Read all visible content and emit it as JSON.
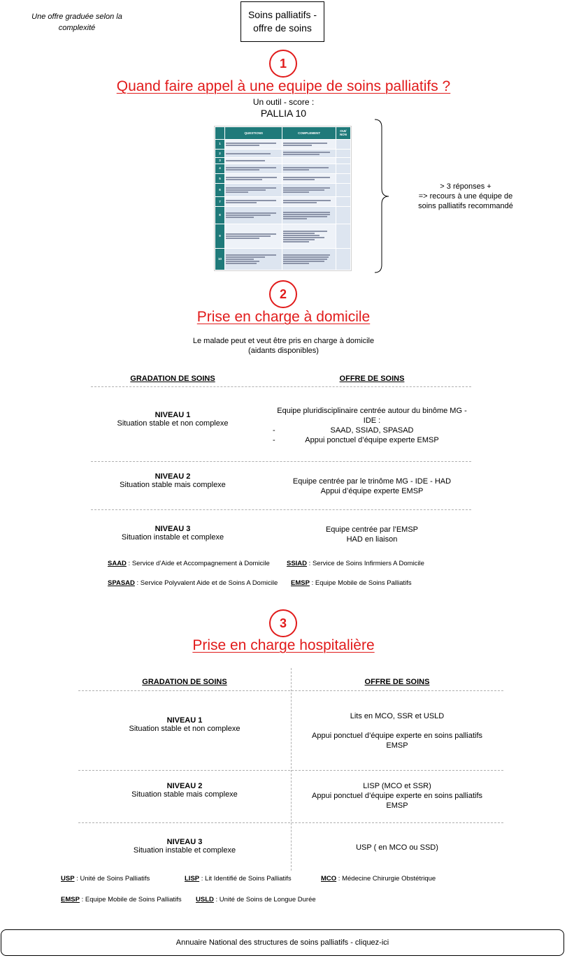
{
  "header": {
    "note": "Une offre graduée selon la complexité",
    "title_line1": "Soins palliatifs -",
    "title_line2": "offre de soins"
  },
  "section1": {
    "number": "1",
    "title": "Quand faire appel à une equipe de soins palliatifs ?",
    "subtitle": "Un outil - score :",
    "tool_name": "PALLIA 10",
    "thumbnail": {
      "col_questions": "QUESTIONS",
      "col_complement": "COMPLEMENT",
      "col_ouinon_1": "OUI/",
      "col_ouinon_2": "NON",
      "rows": [
        "1",
        "2",
        "3",
        "4",
        "5",
        "6",
        "7",
        "8",
        "9",
        "10"
      ]
    },
    "result_line1": "> 3 réponses +",
    "result_line2": "=> recours à une équipe de",
    "result_line3": "soins palliatifs recommandé"
  },
  "section2": {
    "number": "2",
    "title": "Prise en charge à domicile",
    "intro_line1": "Le malade peut et veut être pris en charge à domicile",
    "intro_line2": "(aidants disponibles)",
    "col_gradation": "GRADATION DE SOINS",
    "col_offre": "OFFRE DE SOINS",
    "levels": [
      {
        "title": "NIVEAU 1",
        "desc": "Situation stable et non complexe",
        "offer_line1": "Equipe pluridisciplinaire centrée autour du binôme MG -",
        "offer_line2": "IDE :",
        "offer_line3": "SAAD, SSIAD, SPASAD",
        "offer_line4": "Appui ponctuel d’équipe experte EMSP",
        "bullet": "-"
      },
      {
        "title": "NIVEAU 2",
        "desc": "Situation stable mais complexe",
        "offer_line1": "Equipe centrée par le trinôme MG - IDE - HAD",
        "offer_line2": "Appui d’équipe experte EMSP"
      },
      {
        "title": "NIVEAU 3",
        "desc": "Situation instable et complexe",
        "offer_line1": "Equipe centrée par l’EMSP",
        "offer_line2": "HAD en liaison"
      }
    ],
    "legend": [
      {
        "abbr": "SAAD",
        "text": " : Service d’Aide et Accompagnement à Domicile"
      },
      {
        "abbr": "SSIAD",
        "text": " : Service de Soins Infirmiers A Domicile"
      },
      {
        "abbr": "SPASAD",
        "text": " :   Service Polyvalent Aide et de Soins A Domicile"
      },
      {
        "abbr": "EMSP",
        "text": " : Equipe Mobile de Soins Palliatifs"
      }
    ]
  },
  "section3": {
    "number": "3",
    "title": "Prise en charge hospitalière",
    "col_gradation": "GRADATION DE SOINS",
    "col_offre": "OFFRE DE SOINS",
    "levels": [
      {
        "title": "NIVEAU 1",
        "desc": "Situation stable et non complexe",
        "offer_line1": "Lits en MCO, SSR et USLD",
        "offer_line2": "Appui ponctuel d’équipe experte en soins palliatifs",
        "offer_line3": "EMSP"
      },
      {
        "title": "NIVEAU 2",
        "desc": "Situation stable mais complexe",
        "offer_line1": "LISP (MCO et SSR)",
        "offer_line2": "Appui ponctuel d’équipe experte en soins palliatifs",
        "offer_line3": "EMSP"
      },
      {
        "title": "NIVEAU 3",
        "desc": "Situation instable et complexe",
        "offer_line1": "USP ( en MCO ou SSD)"
      }
    ],
    "legend": [
      {
        "abbr": "USP",
        "text": " : Unité de Soins Palliatifs"
      },
      {
        "abbr": "LISP",
        "text": " : Lit Identifié de Soins Palliatifs"
      },
      {
        "abbr": "MCO",
        "text": " : Médecine Chirurgie Obstétrique"
      },
      {
        "abbr": "EMSP",
        "text": " : Equipe Mobile de Soins Palliatifs"
      },
      {
        "abbr": "USLD",
        "text": " : Unité de Soins de Longue Durée"
      }
    ]
  },
  "footer": {
    "link_label": "Annuaire National des structures de soins palliatifs - cliquez-ici"
  }
}
